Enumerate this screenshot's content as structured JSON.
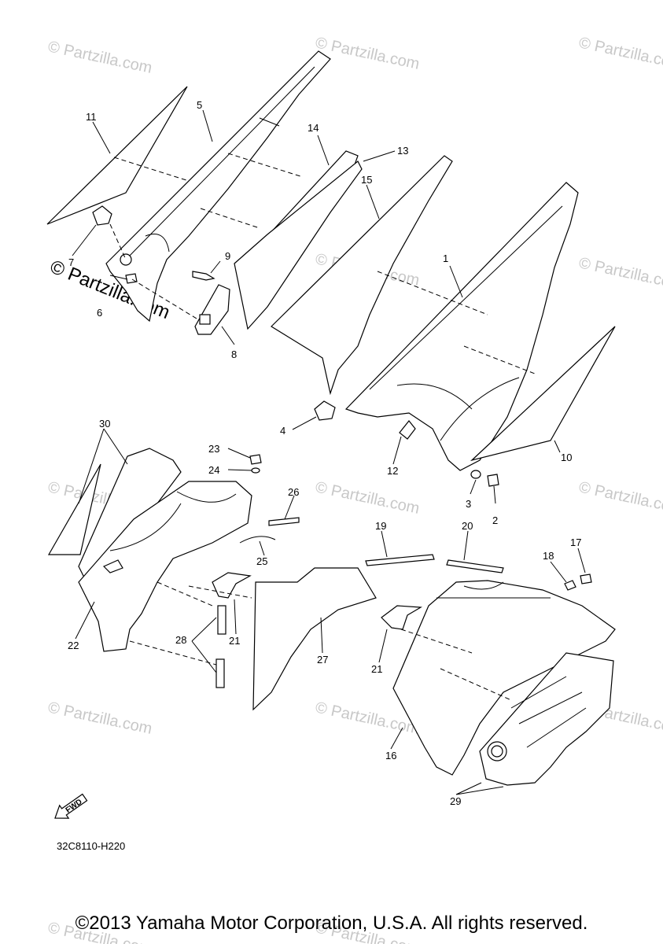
{
  "watermark": {
    "text": "© Partzilla.com",
    "strong_text": "© Partzilla.com"
  },
  "callouts": [
    "1",
    "2",
    "3",
    "4",
    "5",
    "6",
    "7",
    "8",
    "9",
    "10",
    "11",
    "12",
    "13",
    "14",
    "15",
    "16",
    "17",
    "18",
    "19",
    "20",
    "21",
    "21",
    "22",
    "23",
    "24",
    "25",
    "26",
    "27",
    "28",
    "29",
    "30"
  ],
  "fwd_label": "FWD",
  "diagram_code": "32C8110-H220",
  "copyright": "©2013 Yamaha Motor Corporation, U.S.A. All rights reserved.",
  "colors": {
    "line": "#000000",
    "watermark": "#c8c8c8",
    "background": "#ffffff"
  }
}
